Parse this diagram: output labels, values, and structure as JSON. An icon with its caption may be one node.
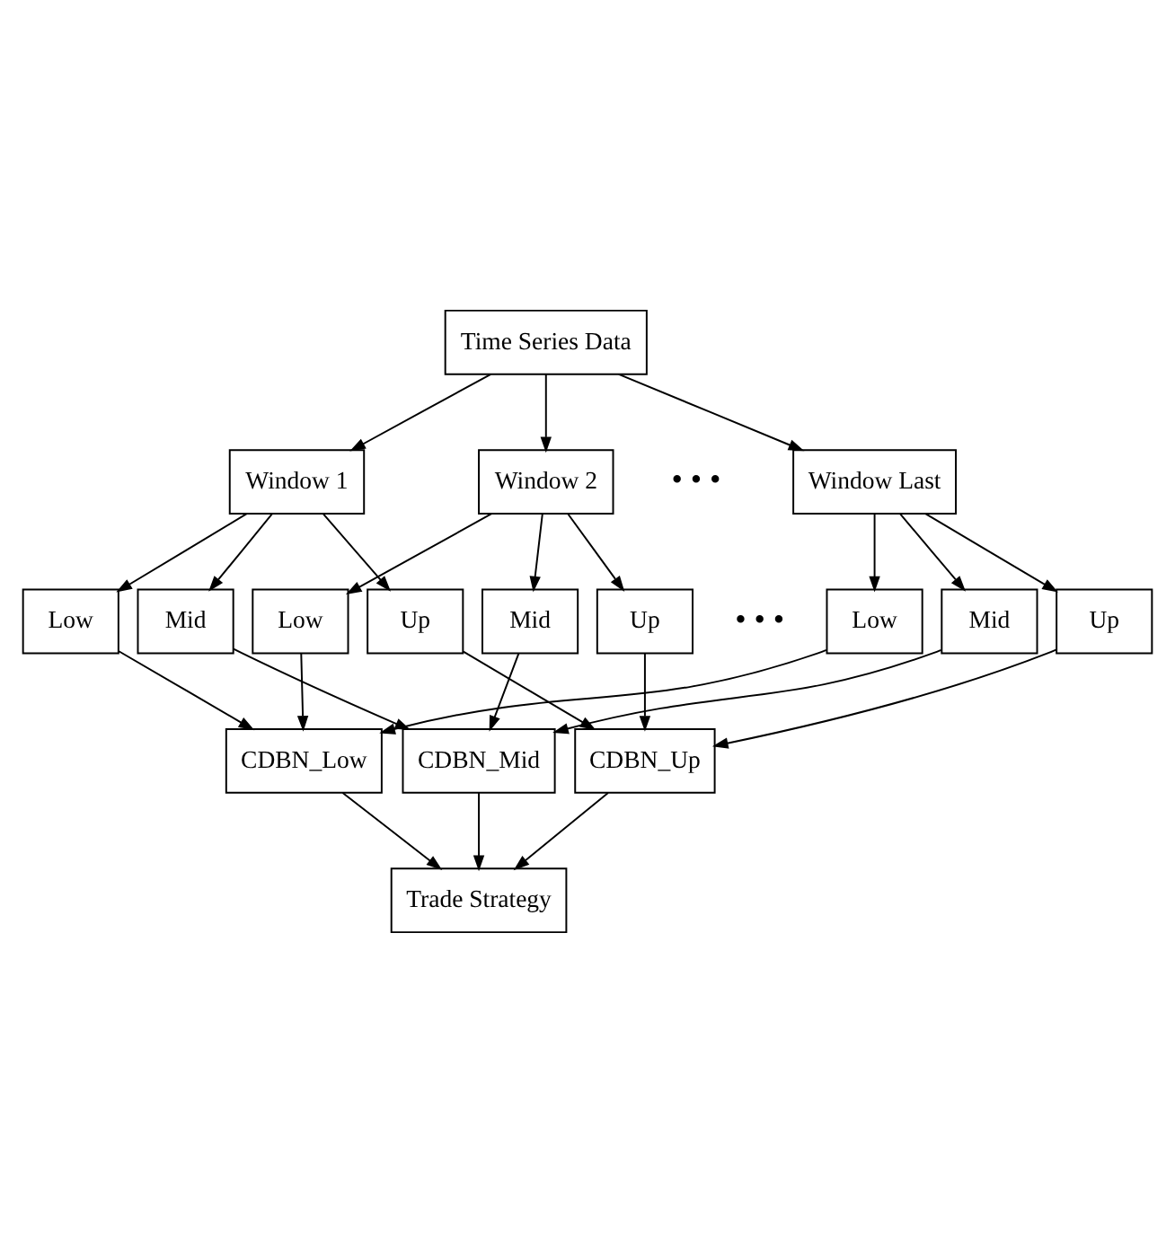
{
  "diagram": {
    "nodes": [
      {
        "text": [
          "Time Series Data"
        ]
      },
      {
        "text": [
          "Window 1"
        ]
      },
      {
        "text": [
          "Window 2"
        ]
      },
      {
        "text": [
          "Window Last"
        ]
      },
      {
        "text": [
          "Low"
        ]
      },
      {
        "text": [
          "Mid"
        ]
      },
      {
        "text": [
          "Up"
        ]
      },
      {
        "text": [
          "Low"
        ]
      },
      {
        "text": [
          "Mid"
        ]
      },
      {
        "text": [
          "Up"
        ]
      },
      {
        "text": [
          "Low"
        ]
      },
      {
        "text": [
          "Mid"
        ]
      },
      {
        "text": [
          "Up"
        ]
      },
      {
        "text": [
          "CDBN_Low"
        ]
      },
      {
        "text": [
          "CDBN_Mid"
        ]
      },
      {
        "text": [
          "CDBN_Up"
        ]
      },
      {
        "text": [
          "Trade Strategy"
        ]
      }
    ],
    "edges": [
      {
        "from": 0,
        "to": 1,
        "arrow": "to"
      },
      {
        "from": 0,
        "to": 2,
        "arrow": "to"
      },
      {
        "from": 0,
        "to": 3,
        "arrow": "to"
      },
      {
        "from": 1,
        "to": 4,
        "arrow": "to"
      },
      {
        "from": 1,
        "to": 5,
        "arrow": "to"
      },
      {
        "from": 1,
        "to": 6,
        "arrow": "to"
      },
      {
        "from": 2,
        "to": 7,
        "arrow": "to"
      },
      {
        "from": 2,
        "to": 8,
        "arrow": "to"
      },
      {
        "from": 2,
        "to": 9,
        "arrow": "to"
      },
      {
        "from": 3,
        "to": 10,
        "arrow": "to"
      },
      {
        "from": 3,
        "to": 11,
        "arrow": "to"
      },
      {
        "from": 3,
        "to": 12,
        "arrow": "to"
      },
      {
        "from": 4,
        "to": 13,
        "arrow": "to"
      },
      {
        "from": 7,
        "to": 13,
        "arrow": "to"
      },
      {
        "from": 10,
        "to": 13,
        "arrow": "to"
      },
      {
        "from": 5,
        "to": 14,
        "arrow": "to"
      },
      {
        "from": 8,
        "to": 14,
        "arrow": "to"
      },
      {
        "from": 11,
        "to": 14,
        "arrow": "to"
      },
      {
        "from": 6,
        "to": 15,
        "arrow": "to"
      },
      {
        "from": 9,
        "to": 15,
        "arrow": "to"
      },
      {
        "from": 12,
        "to": 15,
        "arrow": "to"
      },
      {
        "from": 13,
        "to": 16,
        "arrow": "to"
      },
      {
        "from": 14,
        "to": 16,
        "arrow": "to"
      },
      {
        "from": 15,
        "to": 16,
        "arrow": "to"
      }
    ],
    "labels": [
      "• • •",
      "• • •"
    ]
  }
}
